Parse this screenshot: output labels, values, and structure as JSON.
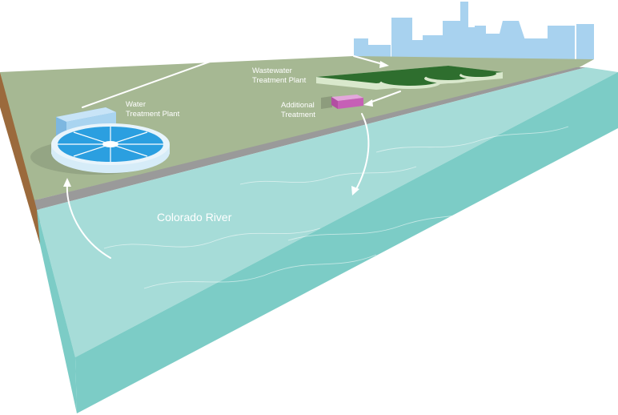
{
  "labels": {
    "water_plant": [
      "Water",
      "Treatment Plant"
    ],
    "wastewater_plant": [
      "Wastewater",
      "Treatment Plant"
    ],
    "additional_treatment": [
      "Additional",
      "Treatment"
    ],
    "river": "Colorado River"
  },
  "colors": {
    "land": "#a6b893",
    "land_edge": "#8d9c7d",
    "soil": "#9b6a3c",
    "river_top": "#a6dcd8",
    "river_side": "#7cccc6",
    "levee": "#9a9a9a",
    "water_plant_blue": "#2b9fe0",
    "water_plant_building": "#a9d4f0",
    "wastewater_green": "#2e6e2e",
    "additional_treatment_pink": "#d46ec4",
    "skyline": "#a8d2ef",
    "arrow": "#ffffff"
  }
}
